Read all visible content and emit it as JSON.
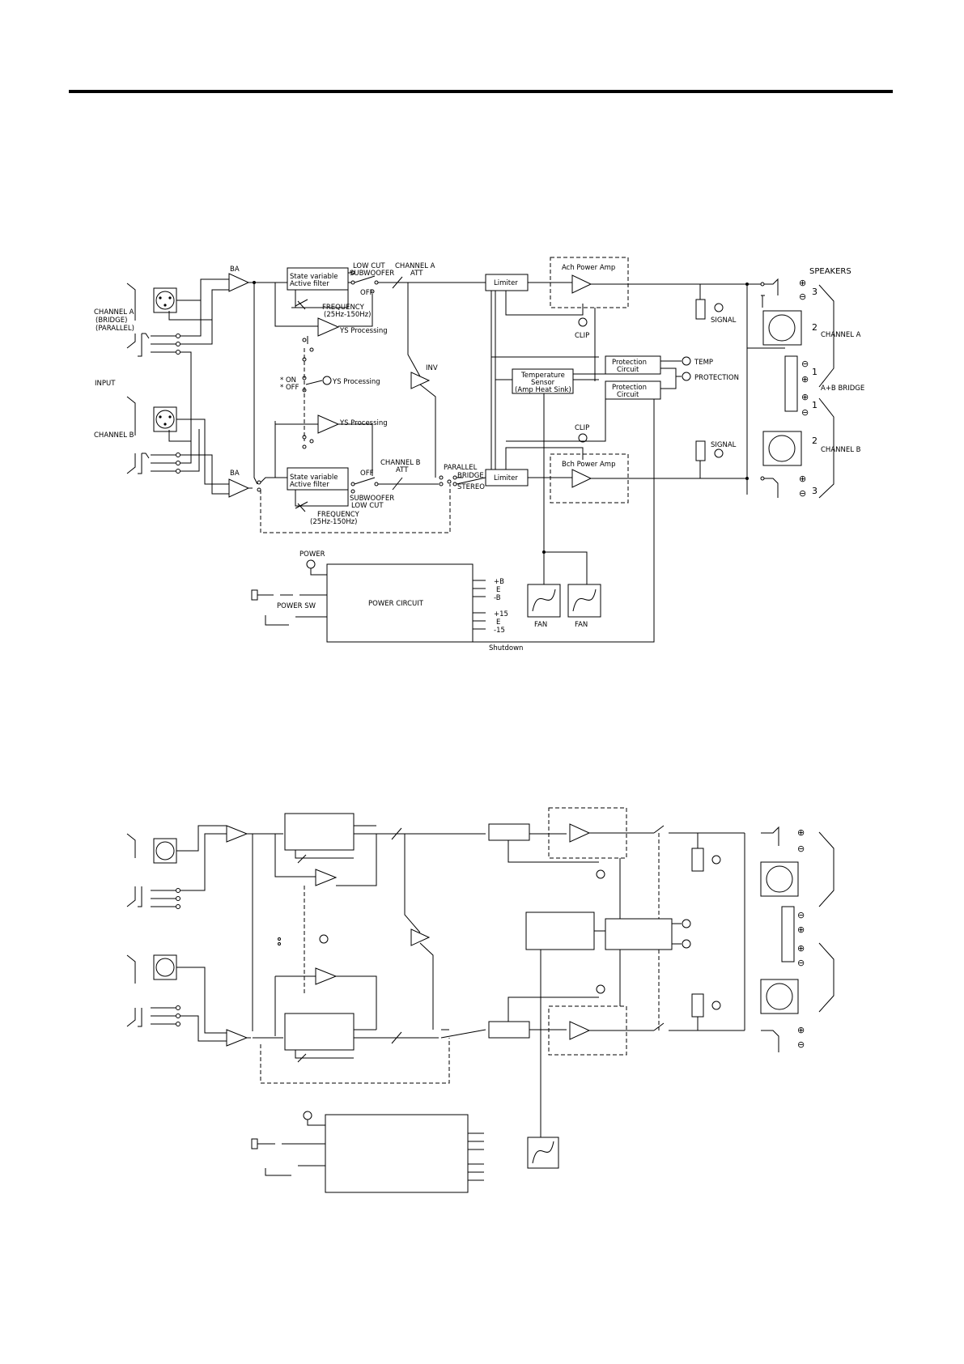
{
  "top": {
    "labels": {
      "speakers": "SPEAKERS",
      "ba_a": "BA",
      "ba_b": "BA",
      "low_cut_a": "LOW CUT",
      "subwoofer_a": "SUBWOOFER",
      "channel_a_att_1": "CHANNEL A",
      "channel_a_att_2": "ATT",
      "off_a": "OFF",
      "filter_a_1": "State variable",
      "filter_a_2": "Active filter",
      "freq_a_1": "FREQUENCY",
      "freq_a_2": "(25Hz-150Hz)",
      "limiter_a": "Limiter",
      "ach_amp": "Ach Power Amp",
      "clip_a": "CLIP",
      "signal_a": "SIGNAL",
      "channel_a_in_1": "CHANNEL A",
      "channel_a_in_2": "(BRIDGE)",
      "channel_a_in_3": "(PARALLEL)",
      "ys_1": "YS Processing",
      "ys_2": "YS Processing",
      "ys_3": "YS Processing",
      "on": "* ON",
      "off_sw": "* OFF",
      "input": "INPUT",
      "inv": "INV",
      "prot_1_a": "Protection",
      "prot_1_b": "Circuit",
      "prot_2_a": "Protection",
      "prot_2_b": "Circuit",
      "temp": "TEMP",
      "protection": "PROTECTION",
      "temp_sensor_1": "Temperature",
      "temp_sensor_2": "Sensor",
      "temp_sensor_3": "(Amp Heat Sink)",
      "channel_a_out": "CHANNEL A",
      "ab_bridge": "A+B BRIDGE",
      "channel_b_out": "CHANNEL B",
      "channel_b_in": "CHANNEL B",
      "clip_b": "CLIP",
      "signal_b": "SIGNAL",
      "channel_b_att_1": "CHANNEL B",
      "channel_b_att_2": "ATT",
      "off_b": "OFF",
      "parallel": "PARALLEL",
      "bridge": "BRIDGE",
      "stereo": "STEREO",
      "limiter_b": "Limiter",
      "bch_amp": "Bch Power Amp",
      "filter_b_1": "State variable",
      "filter_b_2": "Active filter",
      "subwoofer_b": "SUBWOOFER",
      "low_cut_b": "LOW CUT",
      "freq_b_1": "FREQUENCY",
      "freq_b_2": "(25Hz-150Hz)",
      "power": "POWER",
      "power_sw": "POWER SW",
      "power_circuit": "POWER CIRCUIT",
      "plus_b": "+B",
      "e1": "E",
      "minus_b": "-B",
      "plus_15": "+15",
      "e2": "E",
      "minus_15": "-15",
      "fan_1": "FAN",
      "fan_2": "FAN",
      "shutdown": "Shutdown",
      "pin_3a": "3",
      "pin_2a": "2",
      "pin_1a": "1",
      "pin_1b": "1",
      "pin_2b": "2",
      "pin_3b": "3",
      "plus_sym": "⊕",
      "minus_sym": "⊖"
    }
  }
}
